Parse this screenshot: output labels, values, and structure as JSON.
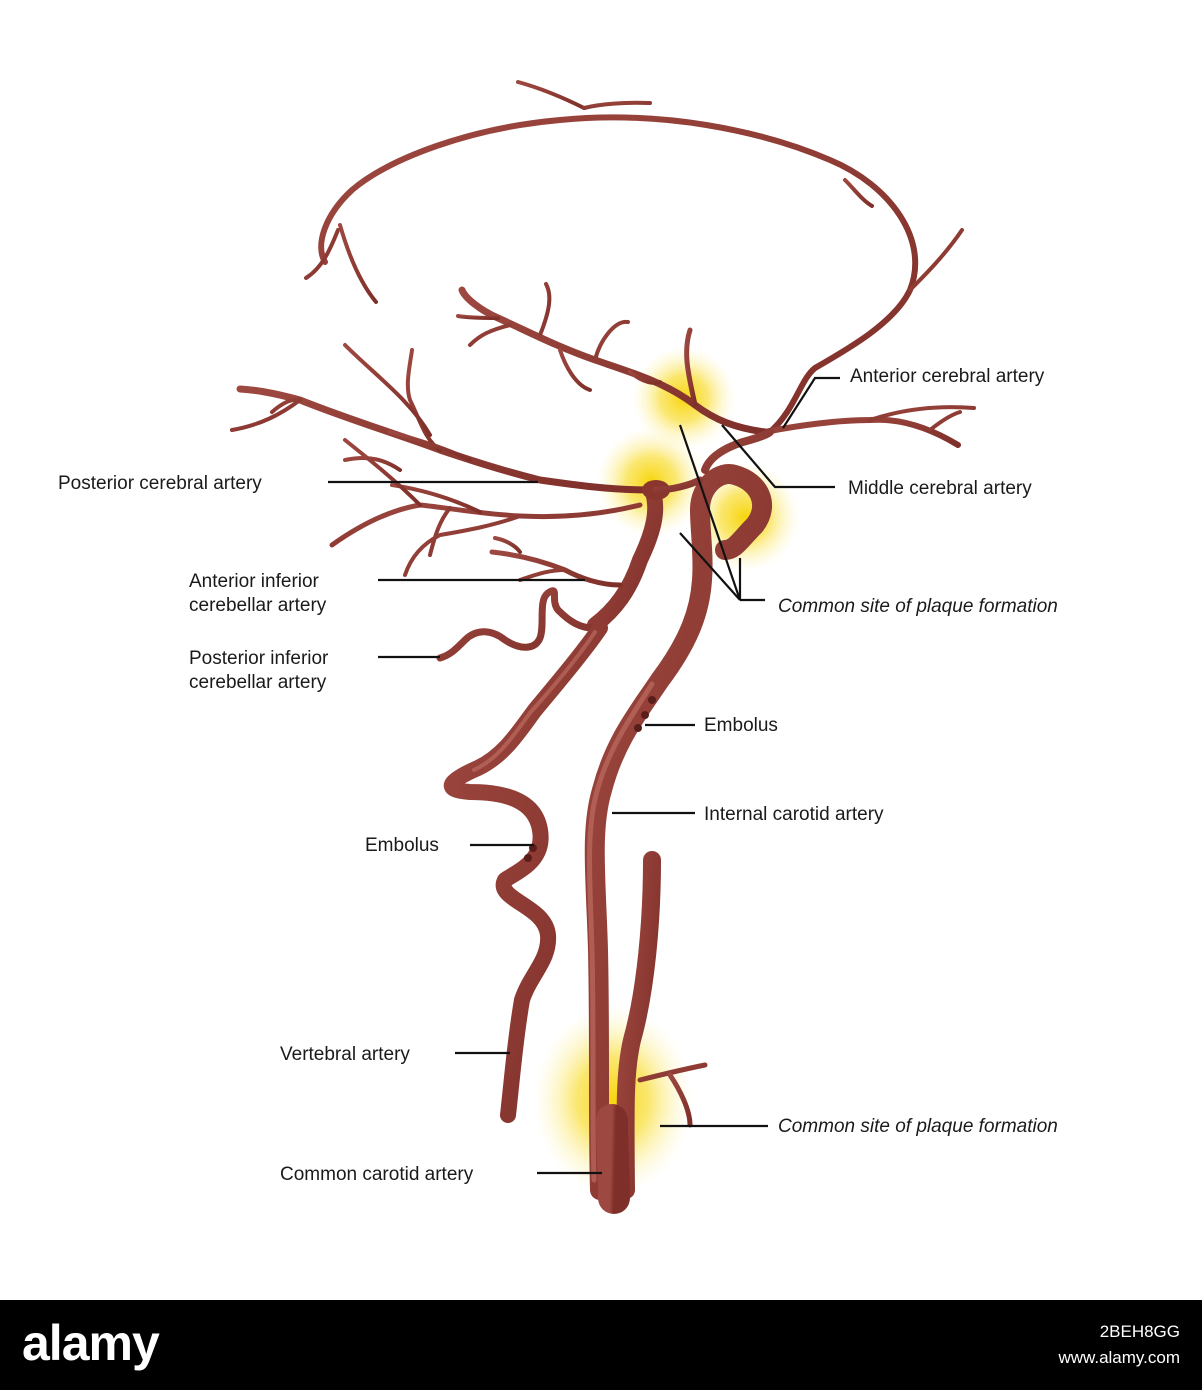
{
  "labels": {
    "anterior_cerebral": "Anterior cerebral artery",
    "middle_cerebral": "Middle cerebral artery",
    "posterior_cerebral": "Posterior cerebral artery",
    "anterior_inferior_1": "Anterior inferior",
    "anterior_inferior_2": "cerebellar artery",
    "posterior_inferior_1": "Posterior inferior",
    "posterior_inferior_2": "cerebellar artery",
    "plaque_upper": "Common site of plaque formation",
    "plaque_lower": "Common site of plaque formation",
    "embolus_right": "Embolus",
    "embolus_left": "Embolus",
    "internal_carotid": "Internal carotid artery",
    "vertebral": "Vertebral artery",
    "common_carotid": "Common carotid artery"
  },
  "footer": {
    "logo": "alamy",
    "image_id": "2BEH8GG",
    "site": "www.alamy.com"
  },
  "colors": {
    "artery": "#8e3a33",
    "artery_highlight": "#c9776c",
    "plaque_glow": "#f5d400",
    "label_text": "#1a1a1a",
    "footer_bg": "#000000"
  }
}
